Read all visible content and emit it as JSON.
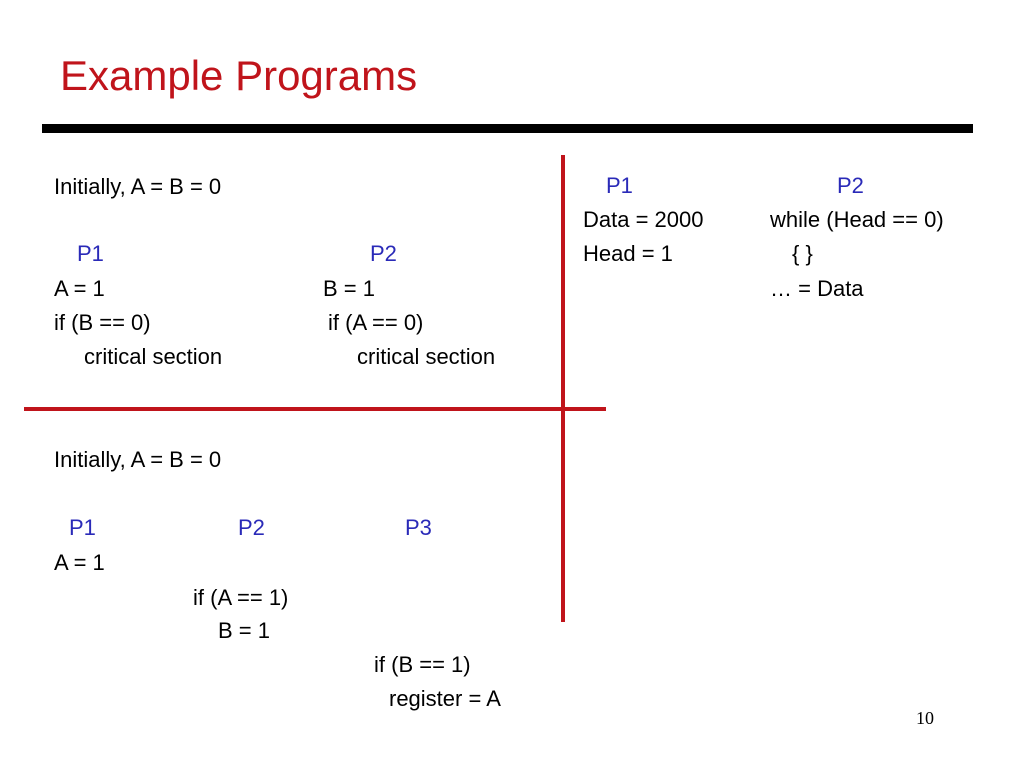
{
  "title": "Example Programs",
  "example1": {
    "init": "Initially, A = B = 0",
    "p1_label": "P1",
    "p2_label": "P2",
    "p1_lines": [
      "A = 1",
      "if (B == 0)",
      "critical section"
    ],
    "p2_lines": [
      "B = 1",
      "if (A == 0)",
      "critical section"
    ]
  },
  "example2": {
    "p1_label": "P1",
    "p2_label": "P2",
    "p1_lines": [
      "Data = 2000",
      "Head = 1"
    ],
    "p2_lines": [
      "while (Head == 0)",
      "{ }",
      "… = Data"
    ]
  },
  "example3": {
    "init": "Initially, A = B = 0",
    "p1_label": "P1",
    "p2_label": "P2",
    "p3_label": "P3",
    "lines": [
      "A = 1",
      "if (A == 1)",
      "B = 1",
      "if (B == 1)",
      "register = A"
    ]
  },
  "page_number": "10",
  "colors": {
    "title": "#c0141b",
    "divider": "#c0141b",
    "process_label": "#2a2ab8"
  }
}
